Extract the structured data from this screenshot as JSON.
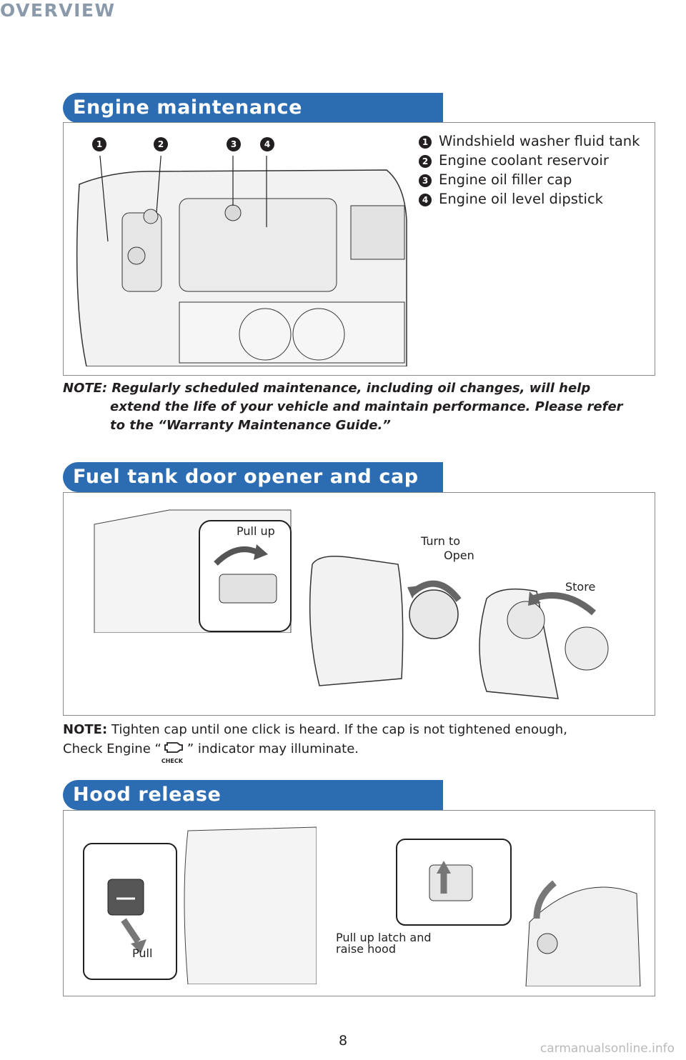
{
  "header": {
    "section": "OVERVIEW"
  },
  "engine": {
    "title": "Engine maintenance",
    "callouts": [
      "1",
      "2",
      "3",
      "4"
    ],
    "items": [
      {
        "num": "1",
        "label": "Windshield washer fluid tank"
      },
      {
        "num": "2",
        "label": "Engine coolant reservoir"
      },
      {
        "num": "3",
        "label": "Engine oil filler cap"
      },
      {
        "num": "4",
        "label": "Engine oil level dipstick"
      }
    ],
    "note_prefix": "NOTE:",
    "note_line1": "Regularly scheduled maintenance, including oil changes, will help",
    "note_line2": "extend the life of your vehicle and maintain performance. Please refer",
    "note_line3": "to the “Warranty Maintenance Guide.”"
  },
  "fuel": {
    "title": "Fuel tank door opener and cap",
    "pull_up": "Pull up",
    "turn_to": "Turn to",
    "open": "Open",
    "store": "Store",
    "note_prefix": "NOTE:",
    "note_text1": "Tighten cap until one click is heard. If the cap is not tightened enough,",
    "note_text2a": "Check Engine “",
    "check_icon_label": "CHECK",
    "note_text2b": "” indicator may illuminate."
  },
  "hood": {
    "title": "Hood release",
    "pull": "Pull",
    "latch_line1": "Pull up latch and",
    "latch_line2": "raise hood"
  },
  "footer": {
    "page": "8",
    "watermark": "carmanualsonline.info"
  }
}
